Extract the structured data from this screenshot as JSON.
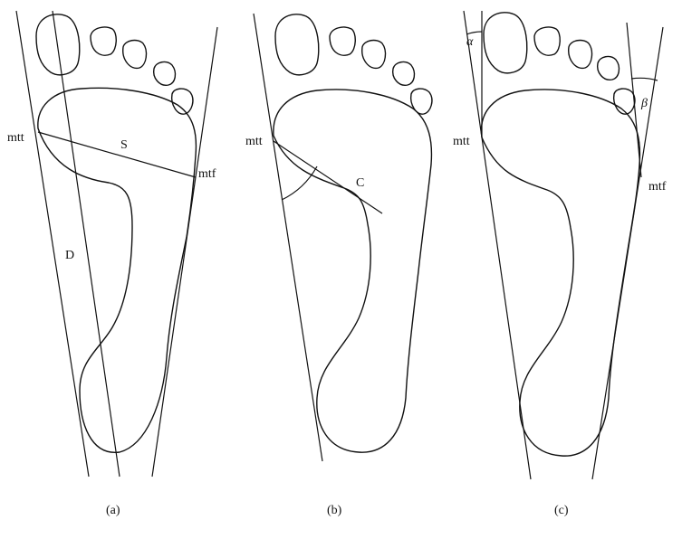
{
  "panels": [
    {
      "caption": "(a)",
      "labels": {
        "mtt": "mtt",
        "mtf": "mtf",
        "S": "S",
        "D": "D"
      }
    },
    {
      "caption": "(b)",
      "labels": {
        "mtt": "mtt",
        "C": "C"
      }
    },
    {
      "caption": "(c)",
      "labels": {
        "mtt": "mtt",
        "mtf": "mtf",
        "alpha": "α",
        "beta": "β"
      }
    }
  ]
}
